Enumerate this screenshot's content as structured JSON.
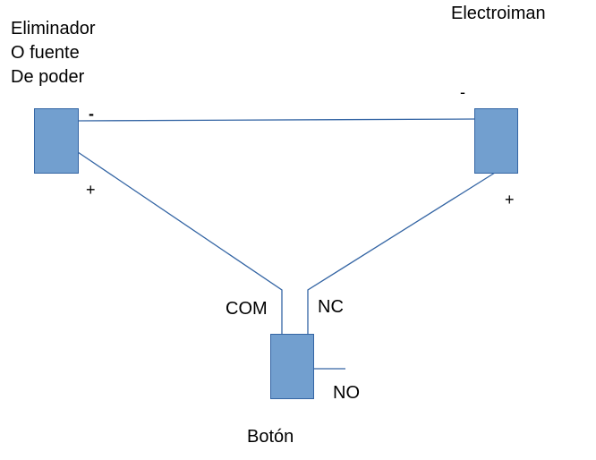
{
  "diagram": {
    "colors": {
      "box_fill": "#729fcf",
      "box_stroke": "#3465a4",
      "wire": "#3465a4"
    },
    "power_supply": {
      "label_lines": [
        "Eliminador",
        "O fuente",
        "De poder"
      ],
      "minus_sign": "-",
      "plus_sign": "+"
    },
    "electromagnet": {
      "label": "Electroiman",
      "minus_sign": "-",
      "plus_sign": "+"
    },
    "button": {
      "label": "Botón",
      "com_label": "COM",
      "nc_label": "NC",
      "no_label": "NO"
    },
    "connections": [
      {
        "from": "power_supply.minus",
        "to": "electromagnet.minus"
      },
      {
        "from": "power_supply.plus",
        "to": "button.COM"
      },
      {
        "from": "electromagnet.plus",
        "to": "button.NC"
      }
    ]
  }
}
